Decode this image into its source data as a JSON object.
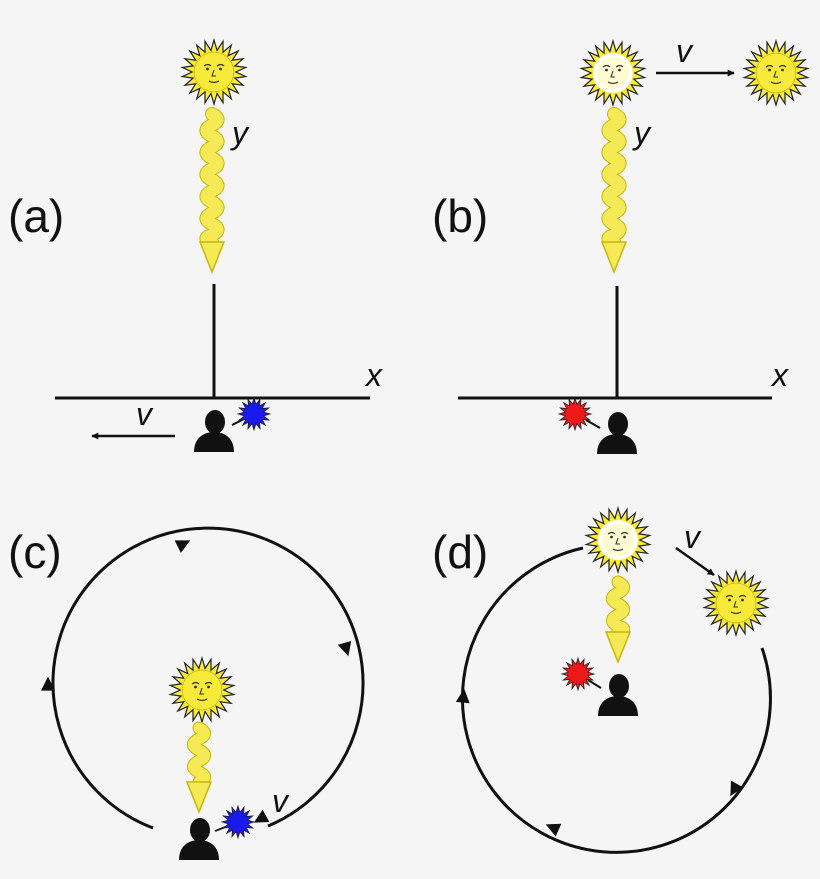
{
  "panels": {
    "a": {
      "label": "(a)",
      "x_axis": "x",
      "y_axis": "y",
      "velocity": "v",
      "flash_color": "#1a1aee"
    },
    "b": {
      "label": "(b)",
      "x_axis": "x",
      "y_axis": "y",
      "velocity": "v",
      "flash_color": "#ee1a1a"
    },
    "c": {
      "label": "(c)",
      "velocity": "v",
      "flash_color": "#1a1aee"
    },
    "d": {
      "label": "(d)",
      "velocity": "v",
      "flash_color": "#ee1a1a"
    }
  },
  "colors": {
    "sun_fill": "#f7ea3a",
    "sun_glow": "#ffffff",
    "ray_fill": "#f5ea55",
    "ray_stroke": "#c9b60a",
    "line": "#111111",
    "observer": "#111111",
    "background": "#f5f5f5"
  },
  "icons": {
    "sun": "sun-face-icon",
    "observer": "person-silhouette-icon",
    "flash": "starburst-flash-icon",
    "ray": "wavy-light-ray-icon"
  }
}
